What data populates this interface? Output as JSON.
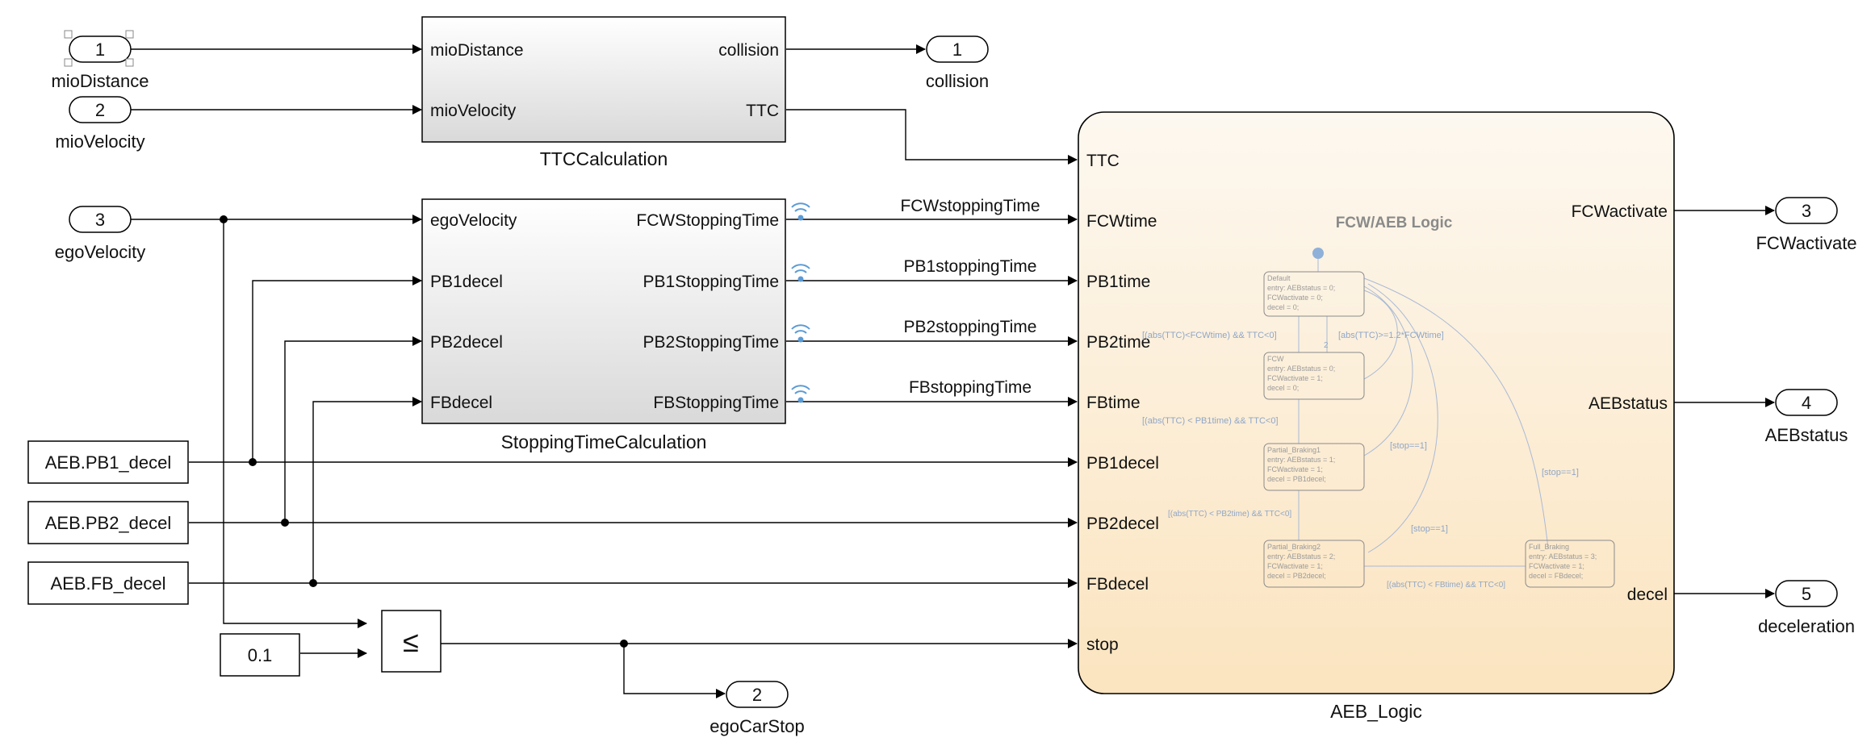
{
  "inports": [
    {
      "num": "1",
      "name": "mioDistance"
    },
    {
      "num": "2",
      "name": "mioVelocity"
    },
    {
      "num": "3",
      "name": "egoVelocity"
    }
  ],
  "outports": [
    {
      "num": "1",
      "name": "collision"
    },
    {
      "num": "2",
      "name": "egoCarStop"
    },
    {
      "num": "3",
      "name": "FCWactivate"
    },
    {
      "num": "4",
      "name": "AEBstatus"
    },
    {
      "num": "5",
      "name": "deceleration"
    }
  ],
  "ttc_block": {
    "name": "TTCCalculation",
    "inputs": [
      "mioDistance",
      "mioVelocity"
    ],
    "outputs": [
      "collision",
      "TTC"
    ]
  },
  "stopping_block": {
    "name": "StoppingTimeCalculation",
    "inputs": [
      "egoVelocity",
      "PB1decel",
      "PB2decel",
      "FBdecel"
    ],
    "outputs": [
      "FCWStoppingTime",
      "PB1StoppingTime",
      "PB2StoppingTime",
      "FBStoppingTime"
    ]
  },
  "signals": [
    "FCWstoppingTime",
    "PB1stoppingTime",
    "PB2stoppingTime",
    "FBstoppingTime"
  ],
  "constants": [
    "AEB.PB1_decel",
    "AEB.PB2_decel",
    "AEB.FB_decel",
    "0.1"
  ],
  "relational_operator": "≤",
  "aeb_block": {
    "name": "AEB_Logic",
    "chart_title": "FCW/AEB Logic",
    "inputs": [
      "TTC",
      "FCWtime",
      "PB1time",
      "PB2time",
      "FBtime",
      "PB1decel",
      "PB2decel",
      "FBdecel",
      "stop"
    ],
    "outputs": [
      "FCWactivate",
      "AEBstatus",
      "decel"
    ]
  },
  "stateflow": {
    "states": [
      {
        "name": "Default",
        "lines": [
          "entry: AEBstatus = 0;",
          " FCWactivate = 0;",
          " decel = 0;"
        ]
      },
      {
        "name": "FCW",
        "lines": [
          "entry: AEBstatus = 0;",
          " FCWactivate = 1;",
          " decel = 0;"
        ]
      },
      {
        "name": "Partial_Braking1",
        "lines": [
          "entry: AEBstatus = 1;",
          " FCWactivate = 1;",
          " decel = PB1decel;"
        ]
      },
      {
        "name": "Partial_Braking2",
        "lines": [
          "entry: AEBstatus = 2;",
          " FCWactivate = 1;",
          " decel = PB2decel;"
        ]
      },
      {
        "name": "Full_Braking",
        "lines": [
          "entry: AEBstatus = 3;",
          " FCWactivate = 1;",
          " decel = FBdecel;"
        ]
      }
    ],
    "transitions": [
      "[(abs(TTC)<FCWtime) && TTC<0]",
      "[abs(TTC)>=1.2*FCWtime]",
      "[(abs(TTC) < PB1time) && TTC<0]",
      "[(abs(TTC) < PB2time) && TTC<0]",
      "[(abs(TTC) < FBtime) && TTC<0]",
      "[stop==1]",
      "[stop==1]",
      "[stop==1]",
      "2"
    ]
  },
  "colors": {
    "chart_fill_top": "#fdf7ee",
    "chart_fill_bottom": "#fbe5c2",
    "block_fill_top": "#ffffff",
    "block_fill_bottom": "#dcdcdc",
    "wireless_icon": "#5b9bd5",
    "stateflow_text": "#8fa6c8"
  }
}
